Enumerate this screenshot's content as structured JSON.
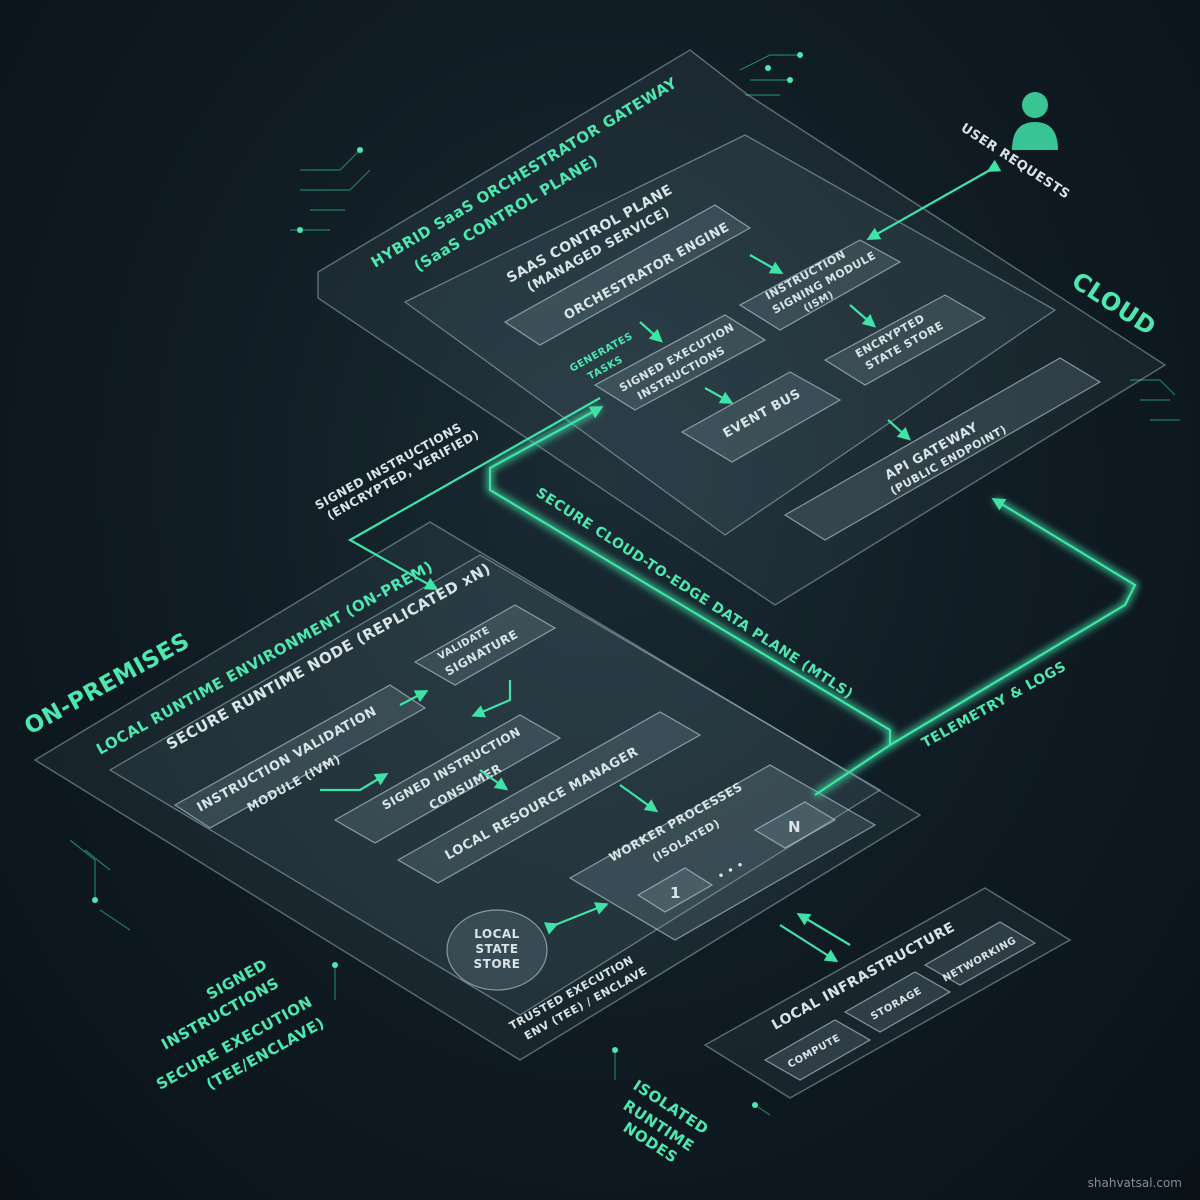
{
  "cloud": {
    "zone_label": "CLOUD",
    "gateway_title_1": "HYBRID SaaS ORCHESTRATOR GATEWAY",
    "gateway_title_2": "(SaaS CONTROL PLANE)",
    "control_plane_1": "SAAS CONTROL PLANE",
    "control_plane_2": "(MANAGED SERVICE)",
    "orchestrator_engine": "ORCHESTRATOR ENGINE",
    "signing_module_1": "INSTRUCTION",
    "signing_module_2": "SIGNING MODULE",
    "signing_module_3": "(ISM)",
    "state_store_1": "ENCRYPTED",
    "state_store_2": "STATE STORE",
    "generates_tasks_1": "GENERATES",
    "generates_tasks_2": "TASKS",
    "signed_exec_1": "SIGNED EXECUTION",
    "signed_exec_2": "INSTRUCTIONS",
    "event_bus": "EVENT BUS",
    "api_gateway_1": "API GATEWAY",
    "api_gateway_2": "(PUBLIC ENDPOINT)",
    "user_requests": "USER REQUESTS"
  },
  "links": {
    "signed_instructions_1": "SIGNED INSTRUCTIONS",
    "signed_instructions_2": "(ENCRYPTED, VERIFIED)",
    "data_plane": "SECURE CLOUD-TO-EDGE DATA PLANE (MTLS)",
    "telemetry": "TELEMETRY & LOGS"
  },
  "onprem": {
    "zone_label": "ON-PREMISES",
    "runtime_env": "LOCAL RUNTIME ENVIRONMENT (ON-PREM)",
    "runtime_node": "SECURE RUNTIME NODE (REPLICATED xN)",
    "validate_1": "VALIDATE",
    "validate_2": "SIGNATURE",
    "ivm_1": "INSTRUCTION VALIDATION",
    "ivm_2": "MODULE (IVM)",
    "consumer_1": "SIGNED INSTRUCTION",
    "consumer_2": "CONSUMER",
    "resource_manager": "LOCAL RESOURCE MANAGER",
    "workers_1": "WORKER PROCESSES",
    "workers_2": "(ISOLATED)",
    "worker_first": "1",
    "worker_ellipsis": "• • •",
    "worker_last": "N",
    "local_state_1": "LOCAL",
    "local_state_2": "STATE",
    "local_state_3": "STORE",
    "tee_1": "TRUSTED EXECUTION",
    "tee_2": "ENV (TEE) / ENCLAVE"
  },
  "infra": {
    "title": "LOCAL INFRASTRUCTURE",
    "compute": "COMPUTE",
    "storage": "STORAGE",
    "networking": "NETWORKING"
  },
  "legend": {
    "line_1": "SIGNED",
    "line_2": "INSTRUCTIONS",
    "line_3": "SECURE EXECUTION",
    "line_4": "(TEE/ENCLAVE)",
    "isolated_1": "ISOLATED",
    "isolated_2": "RUNTIME",
    "isolated_3": "NODES"
  },
  "watermark": "shahvatsal.com",
  "colors": {
    "accent": "#3fe3a8",
    "background": "#0f1a22",
    "text": "#d9e4e6"
  }
}
